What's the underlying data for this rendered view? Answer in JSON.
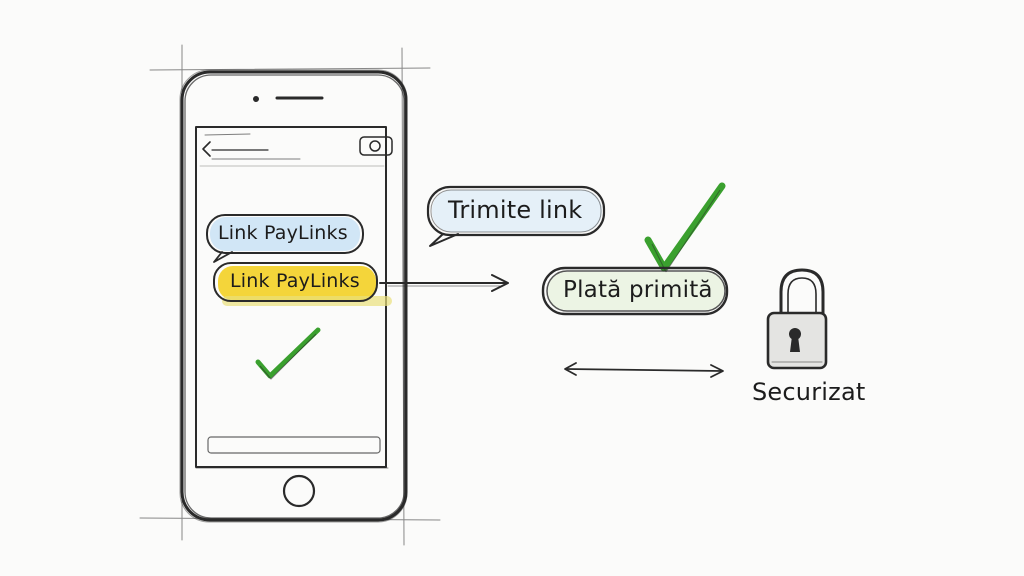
{
  "chat": {
    "bubble_link_1": "Link PayLinks",
    "bubble_link_2": "Link PayLinks",
    "send_link": "Trimite link",
    "payment_received": "Plată primită"
  },
  "security": {
    "label": "Securizat",
    "icon": "padlock-icon"
  },
  "colors": {
    "ink": "#2a2a2a",
    "blue_highlight": "#c9e2f4",
    "yellow_highlight": "#f4d53a",
    "green_check": "#3aa02e"
  }
}
